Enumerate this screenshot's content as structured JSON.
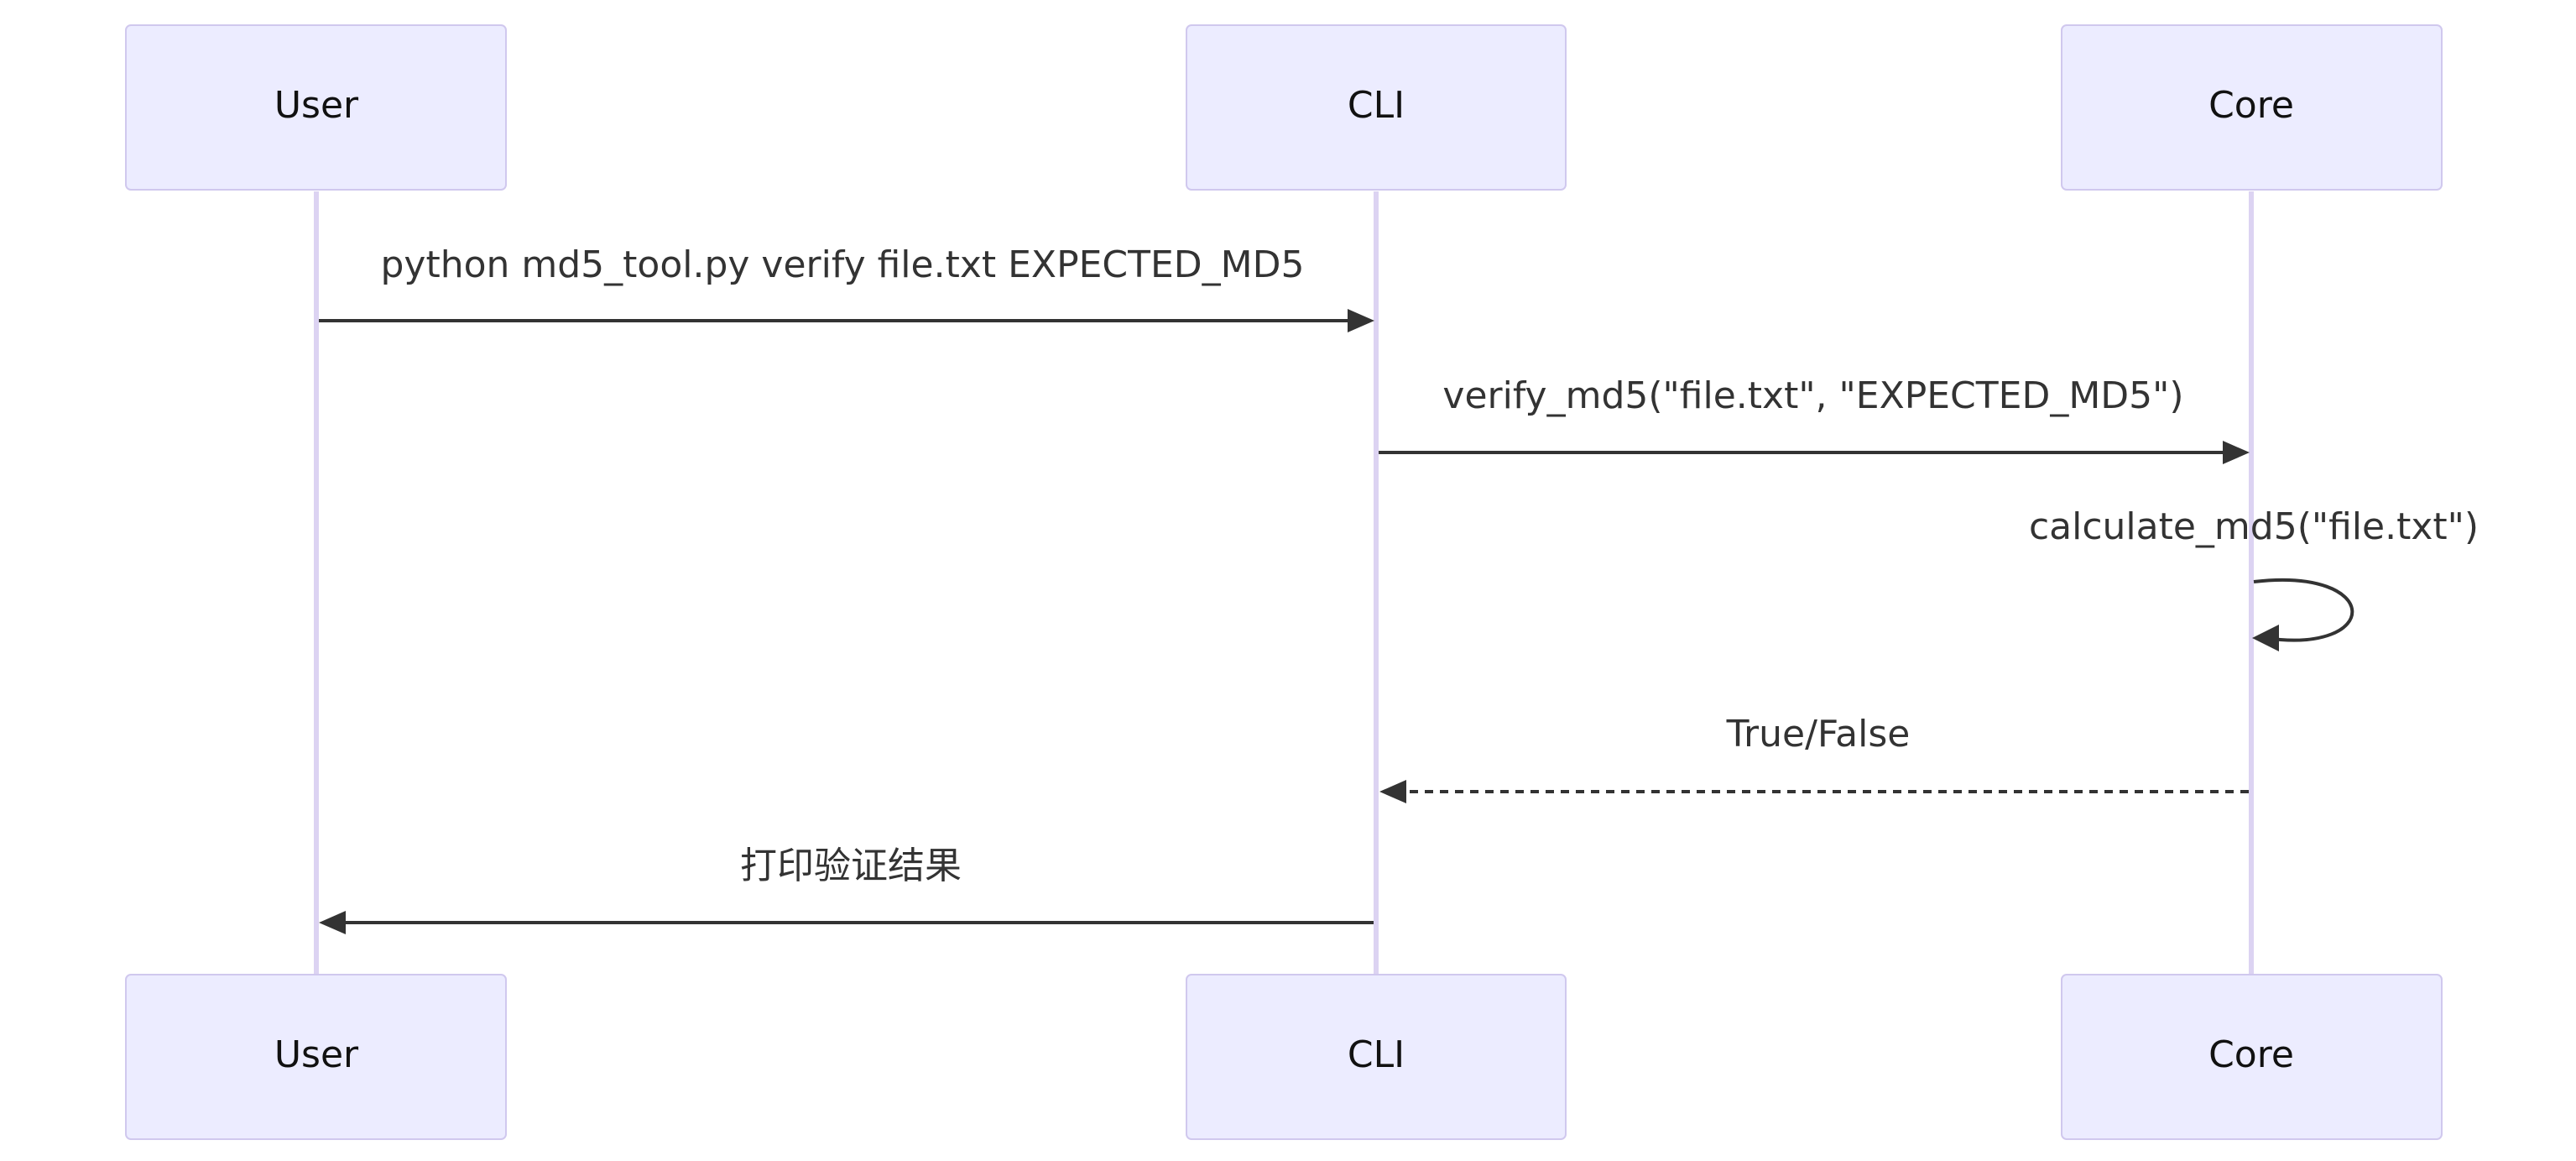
{
  "diagram": {
    "type": "sequence",
    "participants": [
      {
        "id": "user",
        "label": "User"
      },
      {
        "id": "cli",
        "label": "CLI"
      },
      {
        "id": "core",
        "label": "Core"
      }
    ],
    "messages": [
      {
        "from": "user",
        "to": "cli",
        "text": "python md5_tool.py verify file.txt EXPECTED_MD5",
        "style": "solid"
      },
      {
        "from": "cli",
        "to": "core",
        "text": "verify_md5(\"file.txt\", \"EXPECTED_MD5\")",
        "style": "solid"
      },
      {
        "from": "core",
        "to": "core",
        "text": "calculate_md5(\"file.txt\")",
        "style": "solid"
      },
      {
        "from": "core",
        "to": "cli",
        "text": "True/False",
        "style": "dashed"
      },
      {
        "from": "cli",
        "to": "user",
        "text": "打印验证结果",
        "style": "solid"
      }
    ]
  }
}
